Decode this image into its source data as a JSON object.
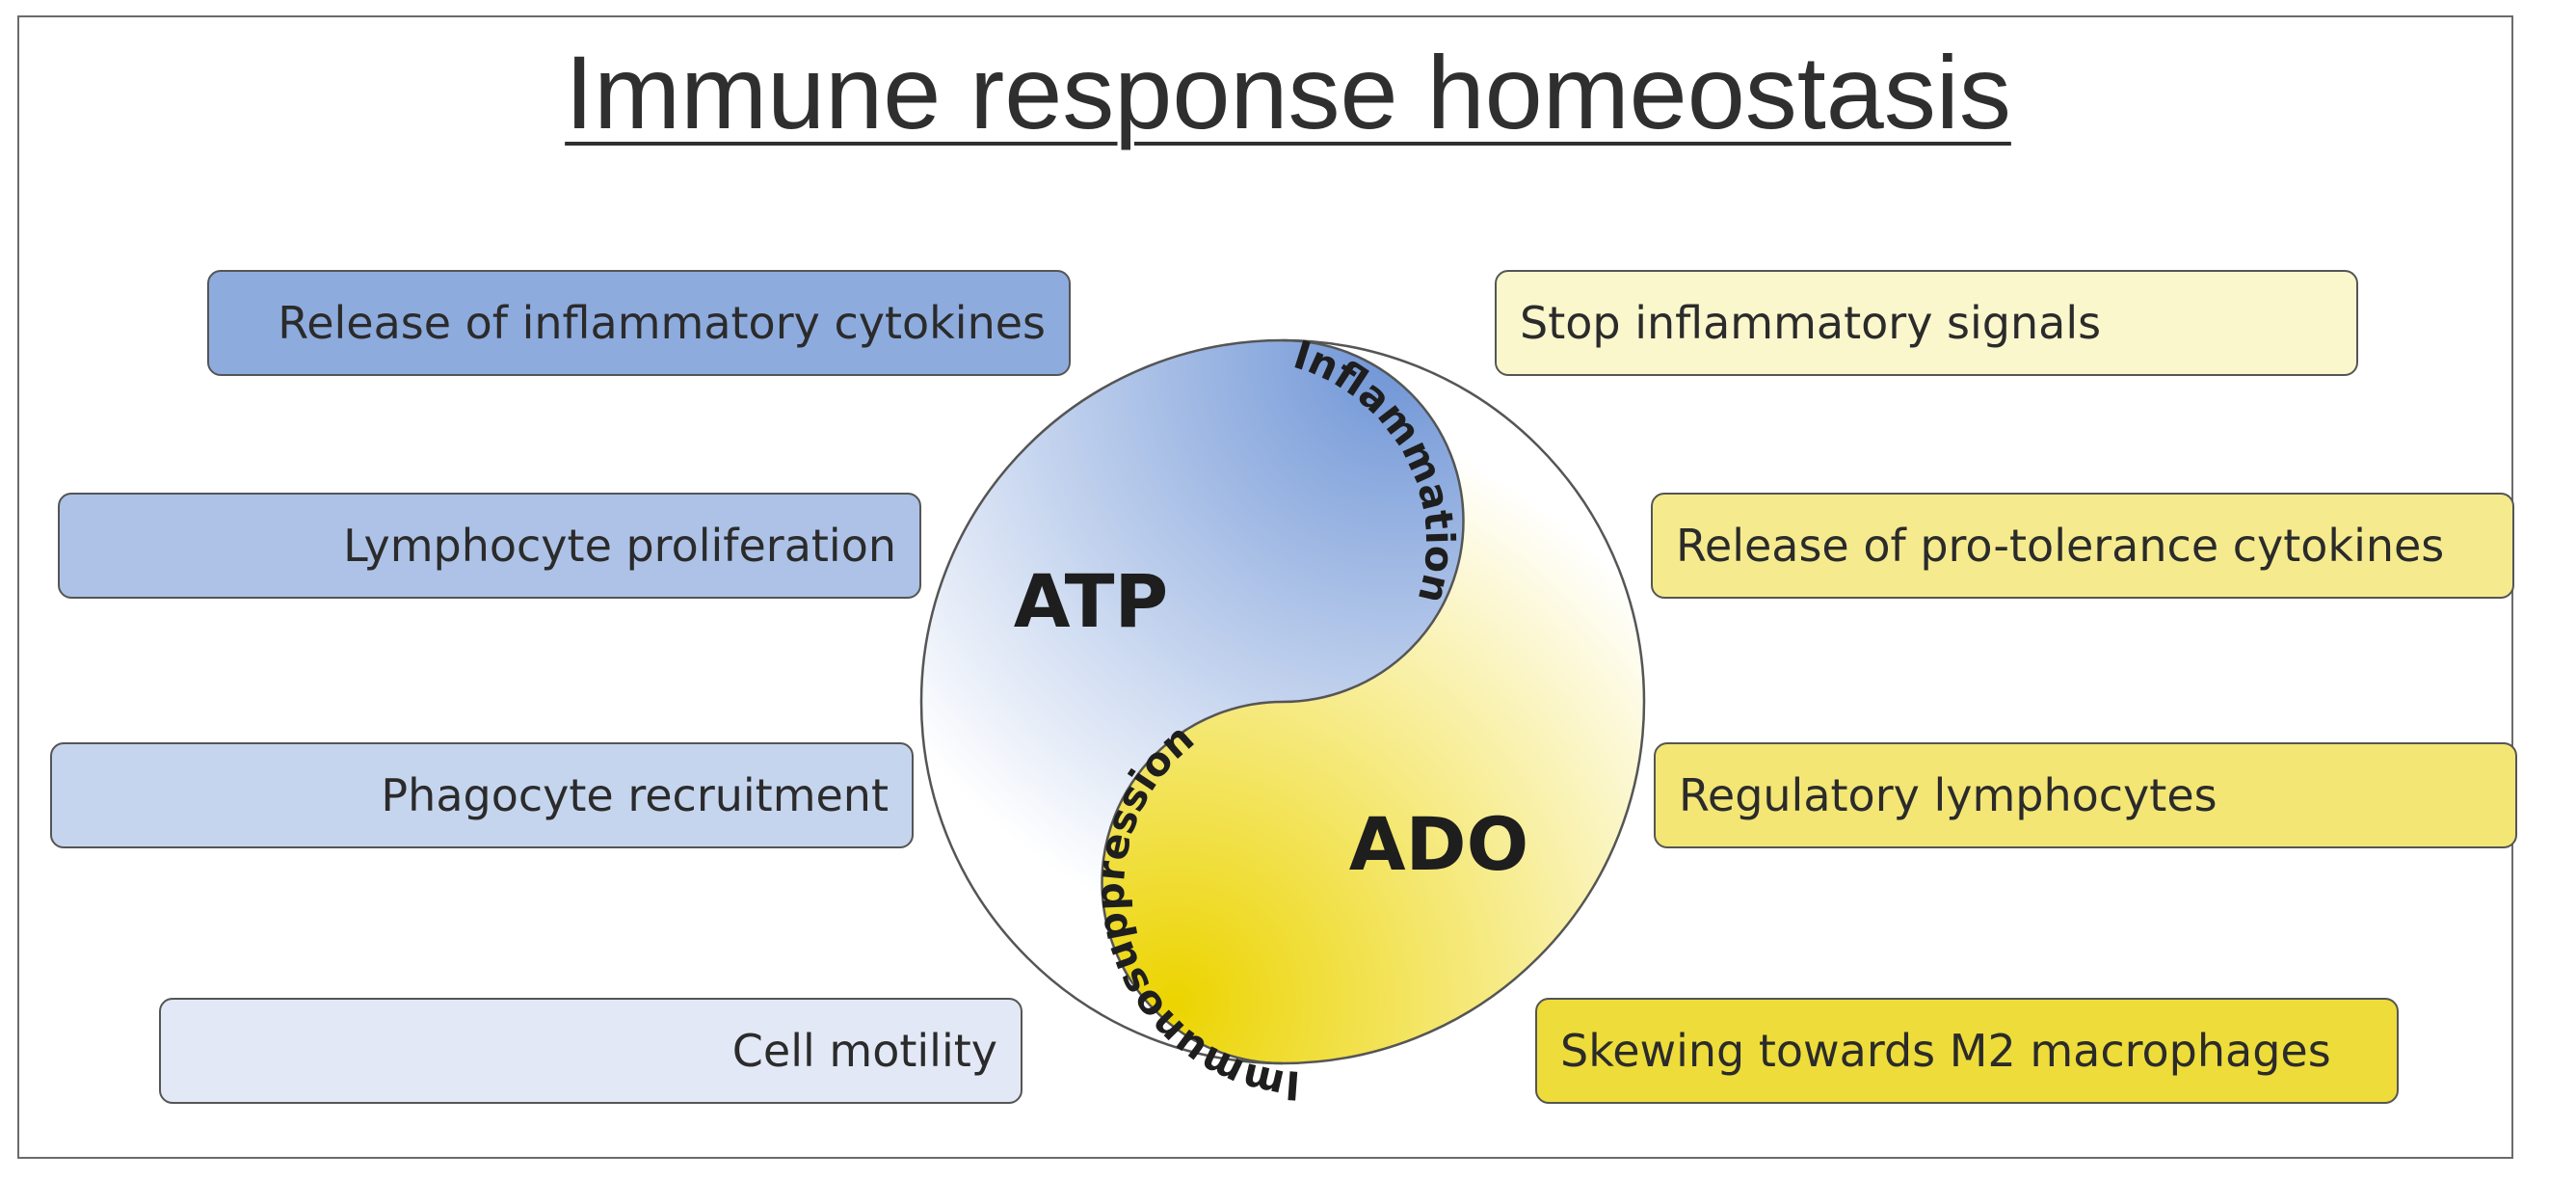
{
  "title": "Immune response homeostasis",
  "yin_yang": {
    "atp_label": "ATP",
    "ado_label": "ADO",
    "inflammation_label": "Inflammation",
    "immunosuppression_label": "Immunosuppression"
  },
  "left_boxes": [
    {
      "label": "Release of inflammatory cytokines",
      "color": "#8eabde"
    },
    {
      "label": "Lymphocyte proliferation",
      "color": "#adc2e6"
    },
    {
      "label": "Phagocyte recruitment",
      "color": "#c6d5ee"
    },
    {
      "label": "Cell motility",
      "color": "#e2e8f5"
    }
  ],
  "right_boxes": [
    {
      "label": "Stop inflammatory signals",
      "color": "#faf7cd"
    },
    {
      "label": "Release of pro-tolerance cytokines",
      "color": "#f5eb8e"
    },
    {
      "label": "Regulatory lymphocytes",
      "color": "#f3e675"
    },
    {
      "label": "Skewing towards M2 macrophages",
      "color": "#eedc3a"
    }
  ],
  "colors": {
    "blue_dark": "#6f95d6",
    "blue_light": "#ffffff",
    "yellow_dark": "#ecd400",
    "yellow_light": "#ffffff",
    "outline": "#555555"
  }
}
